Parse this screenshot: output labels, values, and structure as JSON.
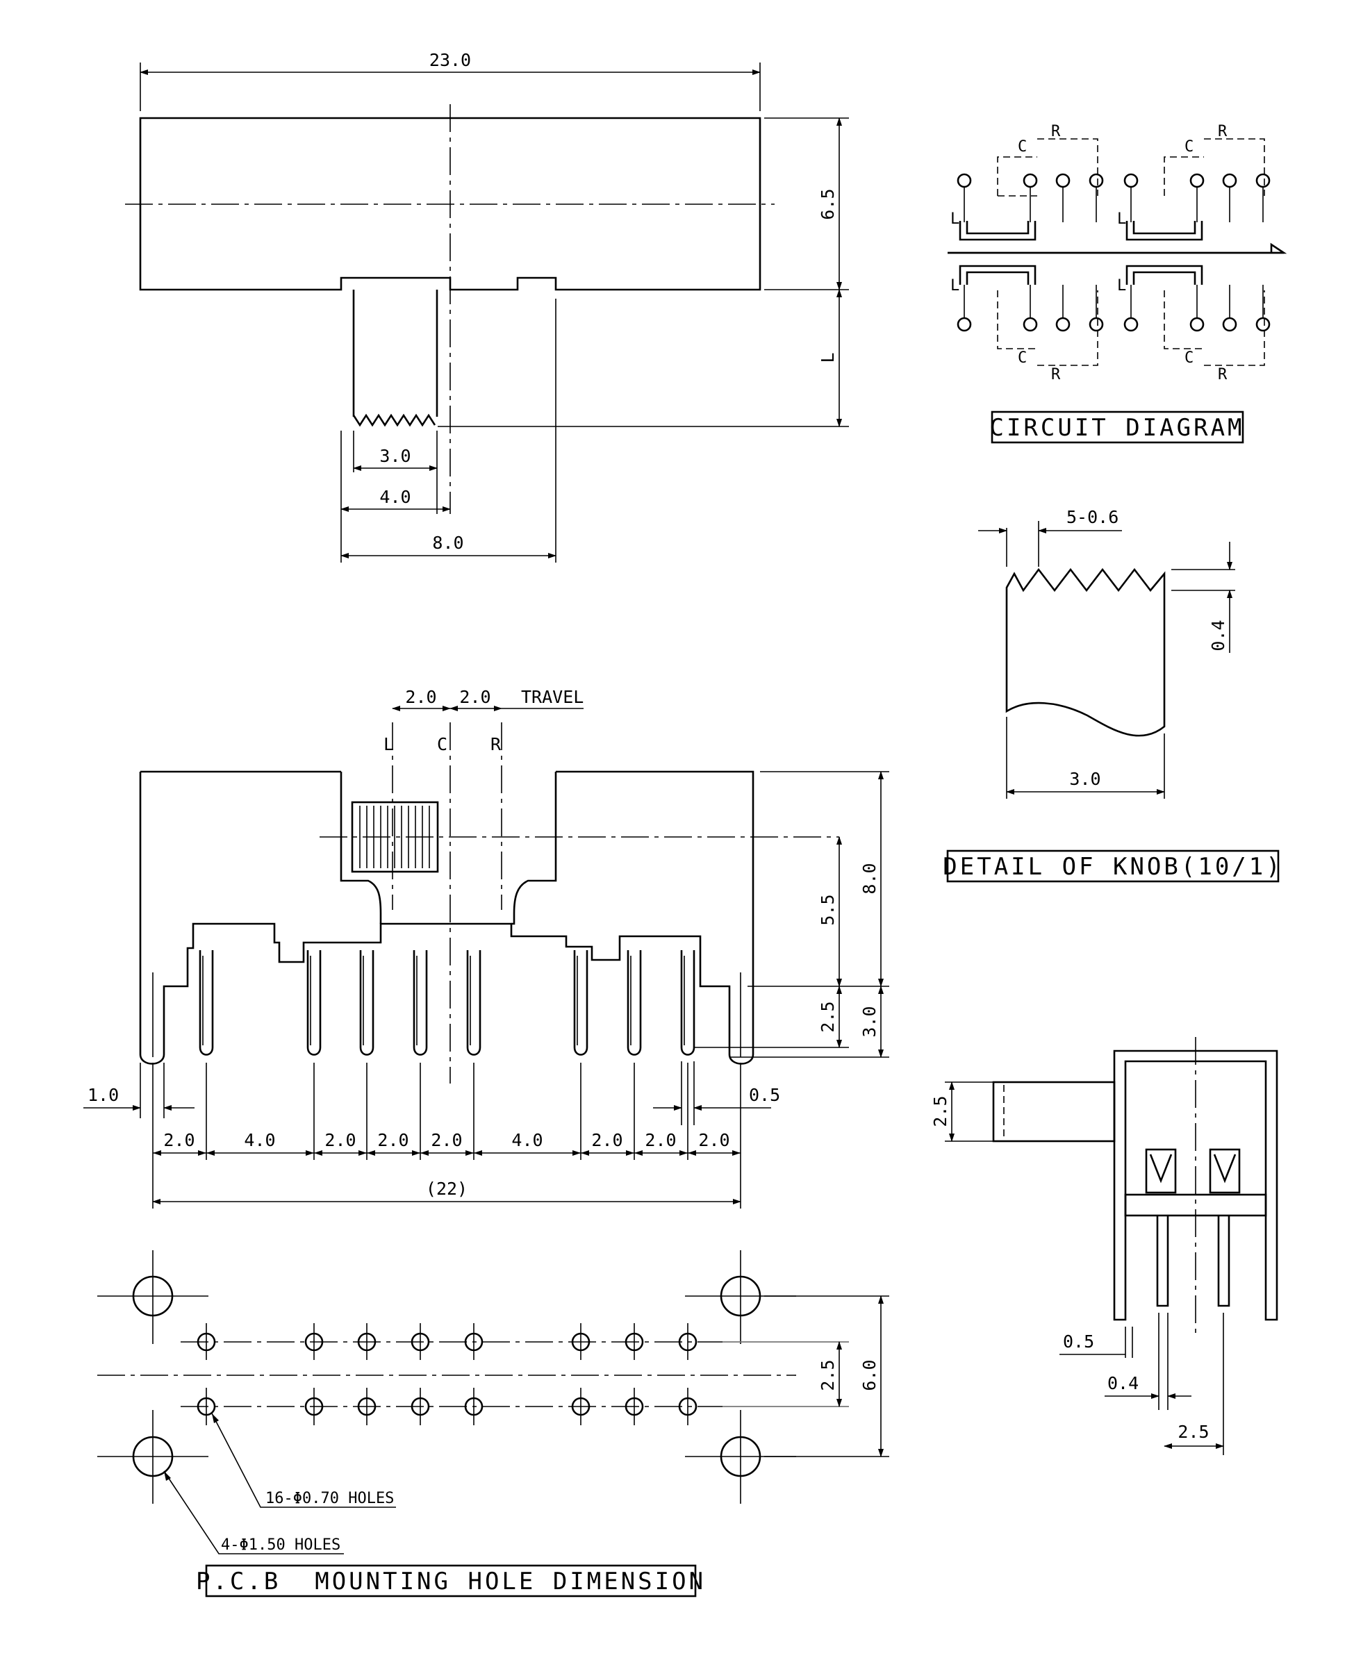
{
  "top_view": {
    "width_label": "23.0",
    "height_label": "6.5",
    "lever_label": "L",
    "knob_inner_label": "3.0",
    "knob_outer_label": "4.0",
    "slot_label": "8.0"
  },
  "circuit": {
    "title": "CIRCUIT DIAGRAM",
    "label_L": "L",
    "label_C": "C",
    "label_R": "R"
  },
  "knob_detail": {
    "title": "DETAIL OF KNOB(10/1)",
    "pitch_label": "5-0.6",
    "tooth_label": "0.4",
    "width_label": "3.0"
  },
  "front_view": {
    "travel_left": "2.0",
    "travel_right": "2.0",
    "travel_label": "TRAVEL",
    "pos_L": "L",
    "pos_C": "C",
    "pos_R": "R",
    "h_total": "8.0",
    "h_knob": "5.5",
    "h_pin": "2.5",
    "h_leg": "3.0",
    "leg_offset": "1.0",
    "pin_width": "0.5",
    "pitches": [
      "2.0",
      "4.0",
      "2.0",
      "2.0",
      "2.0",
      "4.0",
      "2.0",
      "2.0",
      "2.0"
    ],
    "overall": "(22)"
  },
  "pcb": {
    "title": "P.C.B  MOUNTING HOLE DIMENSION",
    "small_holes": "16-Φ0.70 HOLES",
    "large_holes": "4-Φ1.50 HOLES",
    "row_pitch": "2.5",
    "overall_height": "6.0"
  },
  "side_view": {
    "knob_height": "2.5",
    "pin_width": "0.5",
    "pin_thickness": "0.4",
    "pin_pitch": "2.5"
  }
}
